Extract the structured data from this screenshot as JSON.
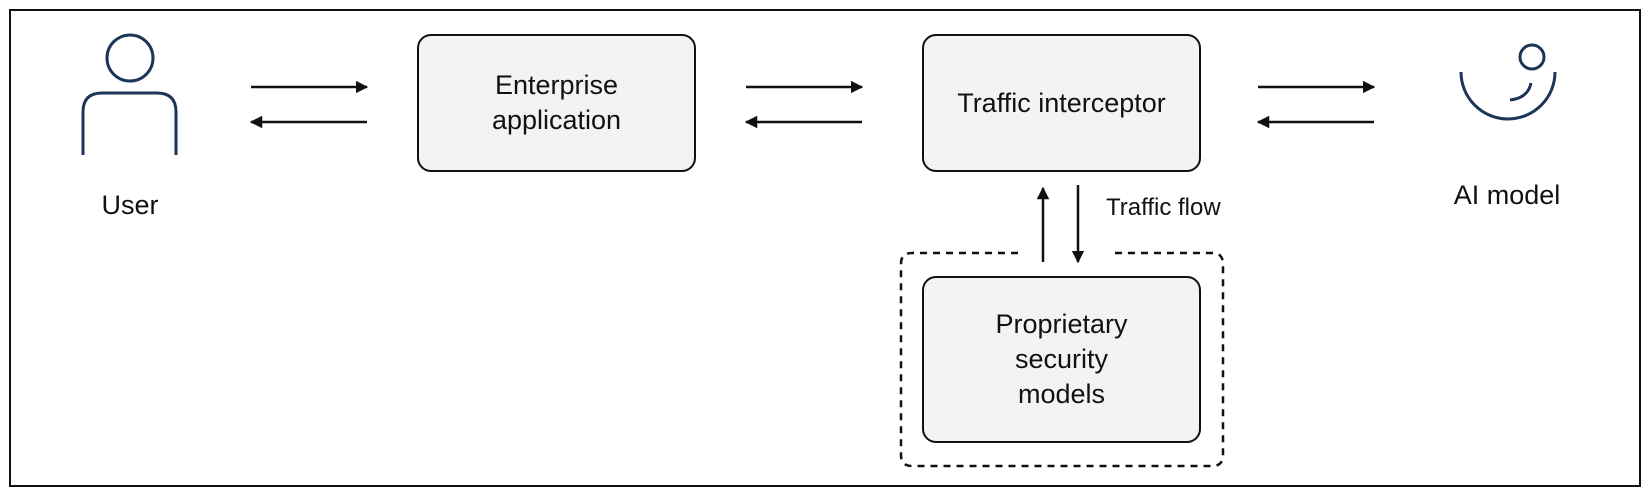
{
  "nodes": {
    "user": {
      "label": "User",
      "icon": "user-icon"
    },
    "enterprise_app": {
      "label": "Enterprise application"
    },
    "traffic_interceptor": {
      "label": "Traffic interceptor"
    },
    "ai_model": {
      "label": "AI model",
      "icon": "ai-model-icon"
    },
    "security_models": {
      "label": "Proprietary security models"
    }
  },
  "edges": {
    "traffic_flow_label": "Traffic flow"
  },
  "colors": {
    "icon_stroke": "#1d3557",
    "box_fill": "#f3f3f3",
    "line": "#111111"
  }
}
